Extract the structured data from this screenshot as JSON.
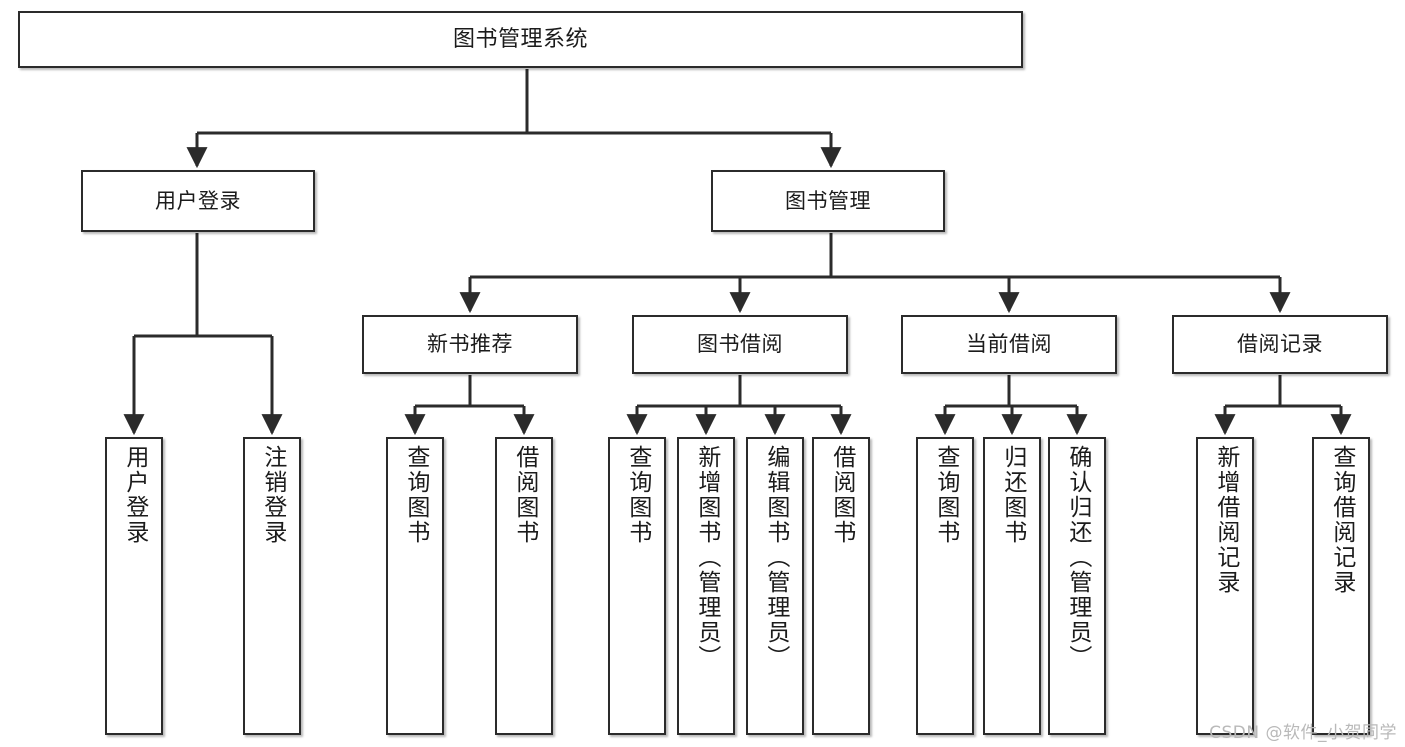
{
  "diagram": {
    "type": "tree",
    "title": "图书管理系统",
    "watermark": "CSDN @软件_小贺同学",
    "colors": {
      "box_border": "#2b2b2b",
      "box_fill": "#ffffff",
      "edge": "#2b2b2b",
      "text": "#1b1b1b",
      "watermark": "#b9b9b9"
    },
    "nodes": {
      "root": {
        "label": "图书管理系统"
      },
      "level2": [
        {
          "label": "用户登录"
        },
        {
          "label": "图书管理"
        }
      ],
      "level3": [
        {
          "label": "新书推荐"
        },
        {
          "label": "图书借阅"
        },
        {
          "label": "当前借阅"
        },
        {
          "label": "借阅记录"
        }
      ],
      "leaves_user_login": [
        {
          "label": "用户登录"
        },
        {
          "label": "注销登录"
        }
      ],
      "leaves_new_book": [
        {
          "label": "查询图书"
        },
        {
          "label": "借阅图书"
        }
      ],
      "leaves_borrow": [
        {
          "label": "查询图书"
        },
        {
          "label": "新增图书（管理员）"
        },
        {
          "label": "编辑图书（管理员）"
        },
        {
          "label": "借阅图书"
        }
      ],
      "leaves_current": [
        {
          "label": "查询图书"
        },
        {
          "label": "归还图书"
        },
        {
          "label": "确认归还（管理员）"
        }
      ],
      "leaves_record": [
        {
          "label": "新增借阅记录"
        },
        {
          "label": "查询借阅记录"
        }
      ]
    }
  }
}
